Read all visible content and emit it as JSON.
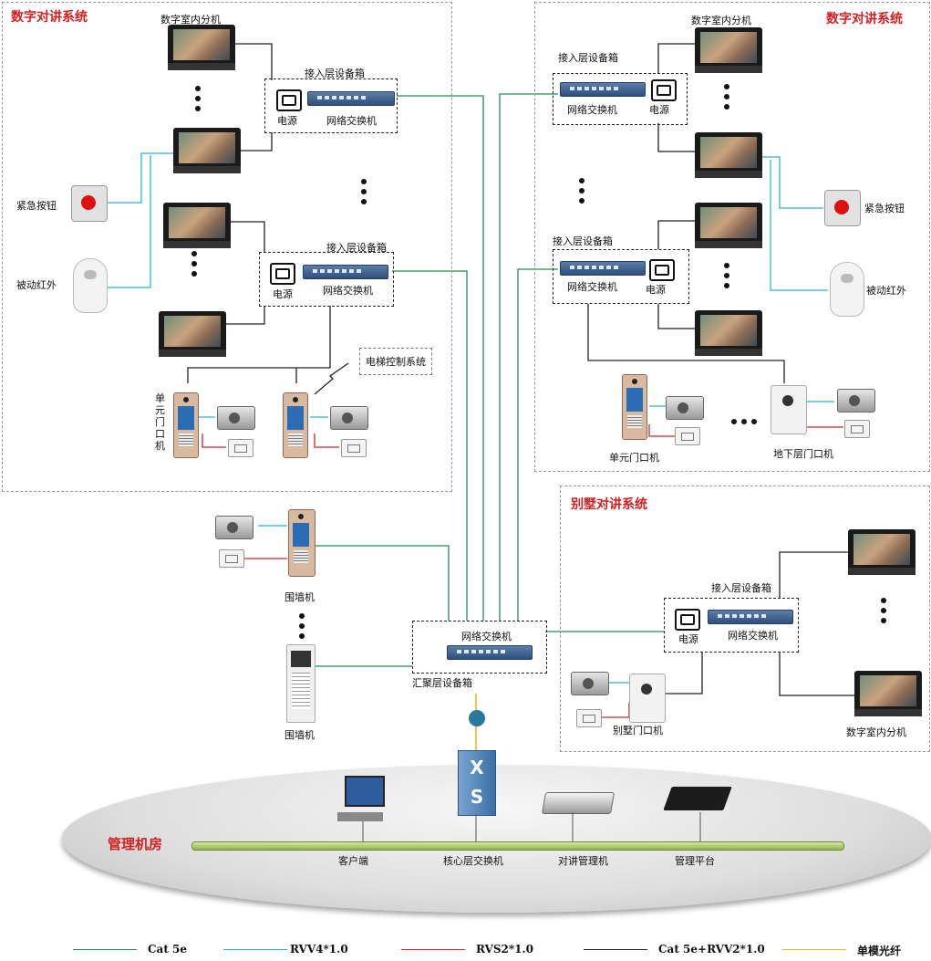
{
  "regions": {
    "top_left_title": "数字对讲系统",
    "top_right_title": "数字对讲系统",
    "villa_title": "别墅对讲系统",
    "server_room_title": "管理机房"
  },
  "labels": {
    "indoor_unit_tl": "数字室内分机",
    "indoor_unit_tr": "数字室内分机",
    "indoor_unit_villa": "数字室内分机",
    "access_box_1": "接入层设备箱",
    "access_box_2": "接入层设备箱",
    "access_box_3": "接入层设备箱",
    "access_box_4": "接入层设备箱",
    "access_box_villa": "接入层设备箱",
    "power_1": "电源",
    "power_2": "电源",
    "power_3": "电源",
    "power_4": "电源",
    "power_villa": "电源",
    "net_switch_1": "网络交换机",
    "net_switch_2": "网络交换机",
    "net_switch_3": "网络交换机",
    "net_switch_4": "网络交换机",
    "net_switch_villa": "网络交换机",
    "net_switch_agg": "网络交换机",
    "agg_box": "汇聚层设备箱",
    "emergency_button_l": "紧急按钮",
    "emergency_button_r": "紧急按钮",
    "pir_l": "被动红外",
    "pir_r": "被动红外",
    "elevator_control": "电梯控制系统",
    "unit_door_vertical": "单元门口机",
    "unit_door_r": "单元门口机",
    "basement_door": "地下层门口机",
    "villa_door": "别墅门口机",
    "wall_unit_1": "围墙机",
    "wall_unit_2": "围墙机",
    "client": "客户端",
    "core_switch": "核心层交换机",
    "intercom_manager": "对讲管理机",
    "mgmt_platform": "管理平台"
  },
  "legend": [
    {
      "label": "Cat 5e",
      "color": "#1e8f5a"
    },
    {
      "label": "RVV4*1.0",
      "color": "#2fb0d0"
    },
    {
      "label": "RVS2*1.0",
      "color": "#c8282d"
    },
    {
      "label": "Cat 5e+RVV2*1.0",
      "color": "#222222"
    },
    {
      "label": "单模光纤",
      "color": "#e8b820"
    }
  ],
  "icons": {
    "fiber_converter": "fiber-icon",
    "core_switch_symbols": [
      "X",
      "S"
    ]
  }
}
